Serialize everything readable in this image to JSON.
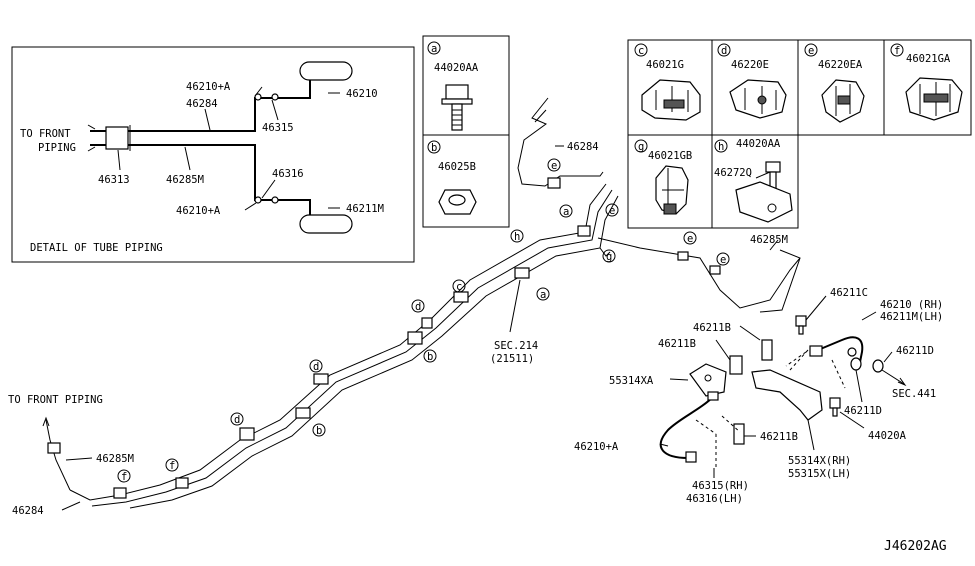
{
  "detail": {
    "title": "DETAIL OF TUBE PIPING",
    "to_front": "TO FRONT",
    "piping": "PIPING",
    "labels": [
      "46210+A",
      "46284",
      "46210",
      "46315",
      "46313",
      "46285M",
      "46316",
      "46210+A",
      "46211M"
    ]
  },
  "parts": [
    {
      "letter": "a",
      "code": "44020AA"
    },
    {
      "letter": "b",
      "code": "46025B"
    },
    {
      "letter": "c",
      "code": "46021G"
    },
    {
      "letter": "d",
      "code": "46220E"
    },
    {
      "letter": "e",
      "code": "46220EA"
    },
    {
      "letter": "f",
      "code": "46021GA"
    },
    {
      "letter": "g",
      "code": "46021GB"
    },
    {
      "letter": "h",
      "code": "44020AA",
      "code2": "46272Q"
    }
  ],
  "main_labels": {
    "p46284_top": "46284",
    "p46285m_right": "46285M",
    "sec214": "SEC.214",
    "sec214_sub": "(21511)",
    "to_front_piping": "TO FRONT PIPING",
    "p46285m_left": "46285M",
    "p46284_left": "46284",
    "p46211b_1": "46211B",
    "p46211b_2": "46211B",
    "p55314xa": "55314XA",
    "p46210a": "46210+A",
    "p46211b_3": "46211B",
    "p46315": "46315(RH)",
    "p46316": "46316(LH)",
    "p46211c": "46211C",
    "p46210_rh": "46210 (RH)",
    "p46211m_lh": "46211M(LH)",
    "p46211d_1": "46211D",
    "sec441": "SEC.441",
    "p46211d_2": "46211D",
    "p44020a": "44020A",
    "p55314x": "55314X(RH)",
    "p55315x": "55315X(LH)",
    "diagram_id": "J46202AG"
  },
  "callouts": [
    "a",
    "b",
    "c",
    "d",
    "e",
    "f",
    "g",
    "h"
  ]
}
